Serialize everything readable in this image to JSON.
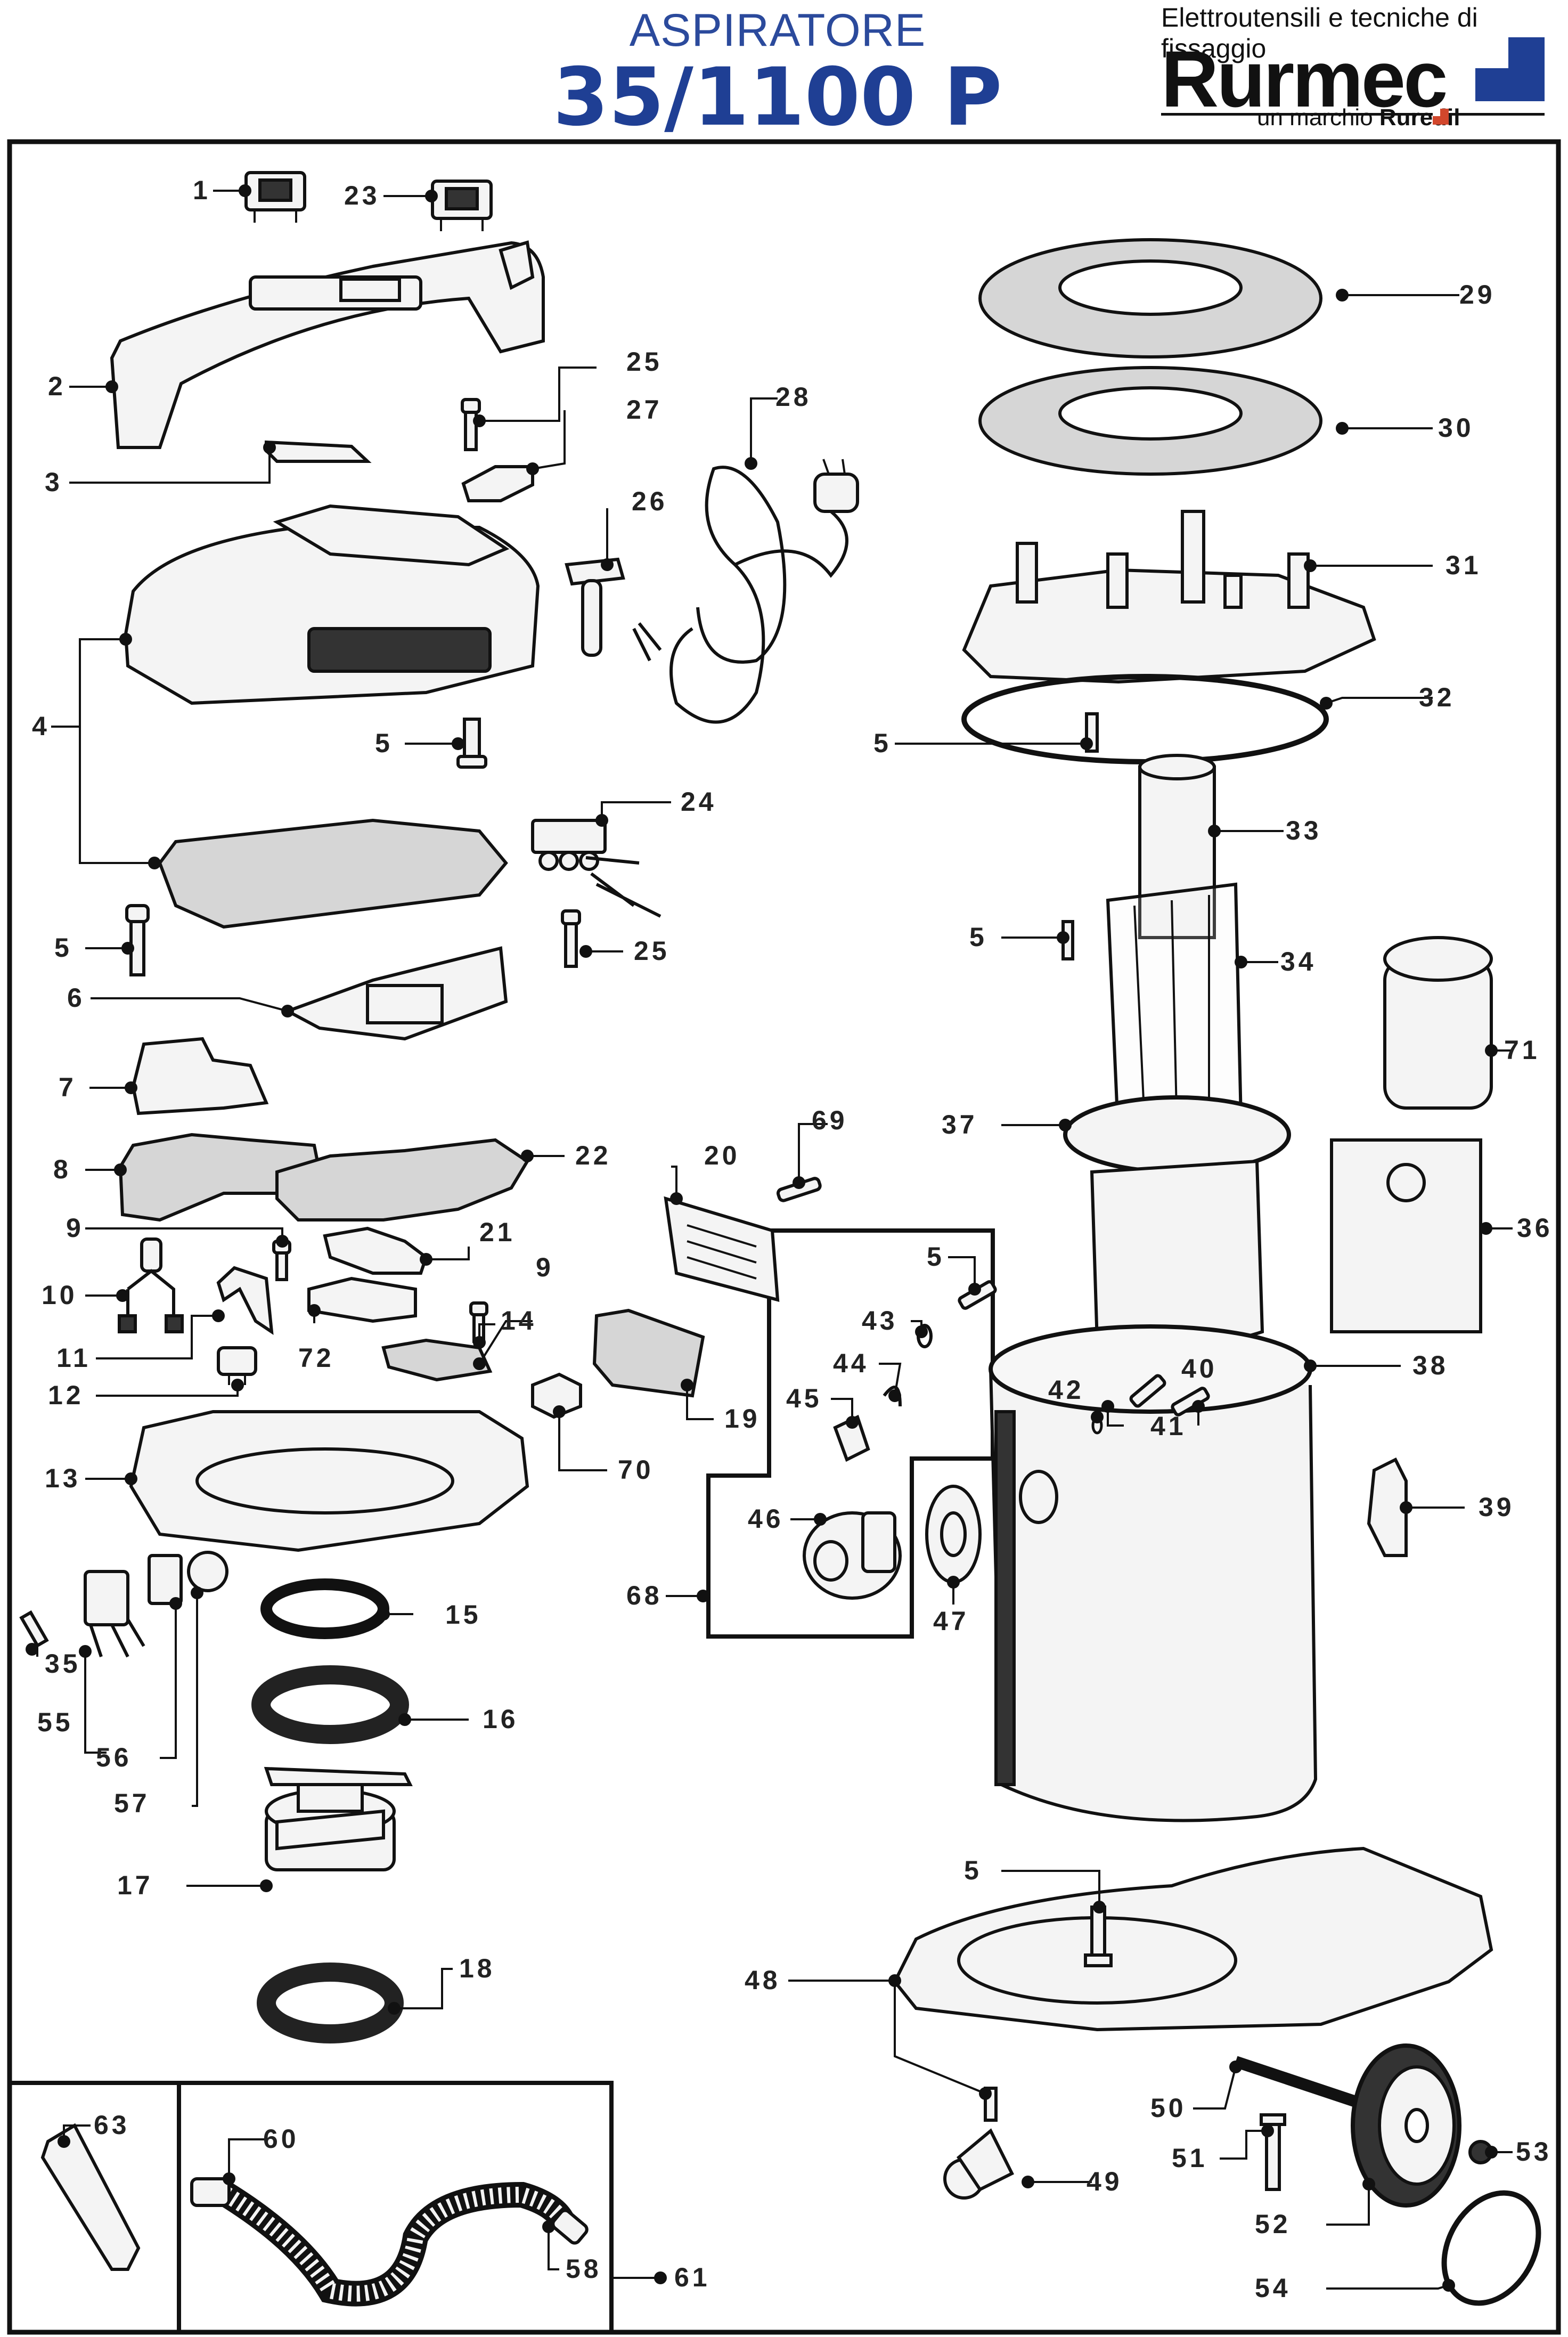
{
  "header": {
    "subtitle": "ASPIRATORE",
    "model": "35/1100 P"
  },
  "brand": {
    "tagline": "Elettroutensili e tecniche di fissaggio",
    "name": "Rurmec",
    "under_prefix": "un marchio",
    "under_brand": "Ruredil",
    "accent_color": "#1f3f94",
    "logo_square_color": "#1f3f94",
    "mini_logo_color": "#d2472c"
  },
  "parts": {
    "p1": "1",
    "p2": "2",
    "p3": "3",
    "p4": "4",
    "p5": "5",
    "p6": "6",
    "p7": "7",
    "p8": "8",
    "p9": "9",
    "p10": "10",
    "p11": "11",
    "p12": "12",
    "p13": "13",
    "p14": "14",
    "p15": "15",
    "p16": "16",
    "p17": "17",
    "p18": "18",
    "p19": "19",
    "p20": "20",
    "p21": "21",
    "p22": "22",
    "p23": "23",
    "p24": "24",
    "p25": "25",
    "p26": "26",
    "p27": "27",
    "p28": "28",
    "p29": "29",
    "p30": "30",
    "p31": "31",
    "p32": "32",
    "p33": "33",
    "p34": "34",
    "p35": "35",
    "p36": "36",
    "p37": "37",
    "p38": "38",
    "p39": "39",
    "p40": "40",
    "p41": "41",
    "p42": "42",
    "p43": "43",
    "p44": "44",
    "p45": "45",
    "p46": "46",
    "p47": "47",
    "p48": "48",
    "p49": "49",
    "p50": "50",
    "p51": "51",
    "p52": "52",
    "p53": "53",
    "p54": "54",
    "p55": "55",
    "p56": "56",
    "p57": "57",
    "p58": "58",
    "p60": "60",
    "p61": "61",
    "p63": "63",
    "p68": "68",
    "p69": "69",
    "p70": "70",
    "p71": "71",
    "p72": "72"
  }
}
